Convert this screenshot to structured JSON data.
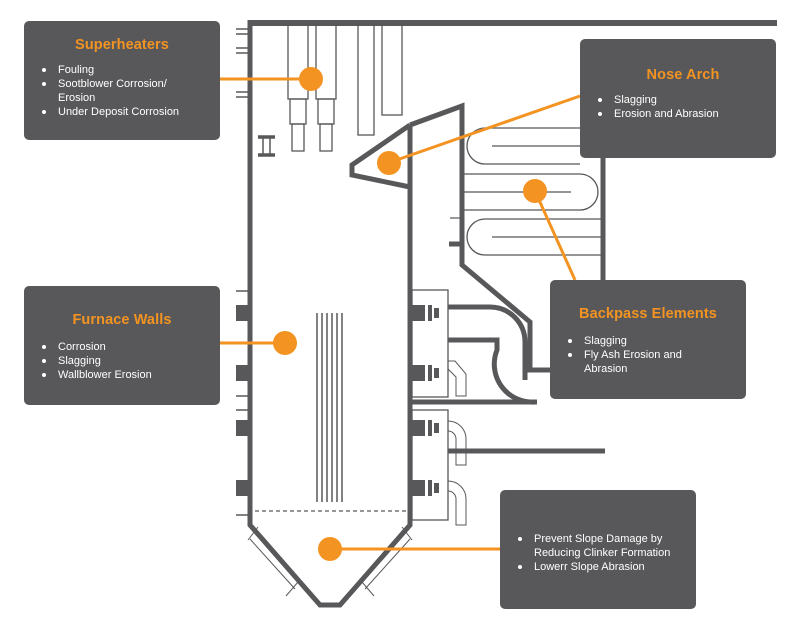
{
  "title": "Boiler Problem Areas",
  "colors": {
    "accent": "#f39321",
    "card_background": "#58585a",
    "structure": "#58585a",
    "text_on_card": "#ffffff",
    "background": "#ffffff"
  },
  "callouts": {
    "superheaters": {
      "title": "Superheaters",
      "items": [
        "Fouling",
        "Sootblower Corrosion/ Erosion",
        "Under Deposit Corrosion"
      ]
    },
    "nose_arch": {
      "title": "Nose Arch",
      "items": [
        "Slagging",
        "Erosion and Abrasion"
      ]
    },
    "furnace_walls": {
      "title": "Furnace Walls",
      "items": [
        "Corrosion",
        "Slagging",
        "Wallblower Erosion"
      ]
    },
    "backpass_elements": {
      "title": "Backpass Elements",
      "items": [
        "Slagging",
        "Fly Ash Erosion and Abrasion"
      ]
    },
    "lower_slope": {
      "title": "",
      "items": [
        "Prevent Slope Damage by Reducing Clinker Formation",
        "Lowerr Slope Abrasion"
      ]
    }
  },
  "markers": [
    {
      "id": "superheaters",
      "icon": "orange-dot-marker"
    },
    {
      "id": "nose_arch",
      "icon": "orange-dot-marker"
    },
    {
      "id": "backpass_elements",
      "icon": "orange-dot-marker"
    },
    {
      "id": "furnace_walls",
      "icon": "orange-dot-marker"
    },
    {
      "id": "lower_slope",
      "icon": "orange-dot-marker"
    }
  ]
}
